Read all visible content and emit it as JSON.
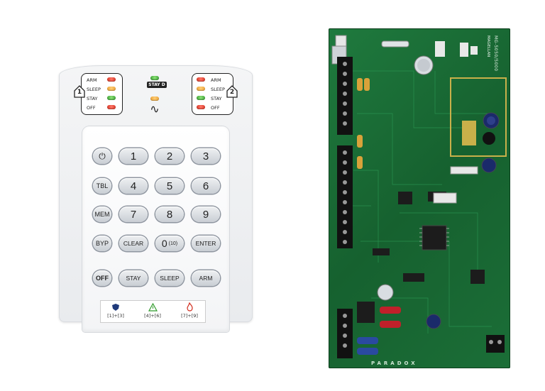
{
  "keypad": {
    "zone1": {
      "number": "1",
      "rows": [
        {
          "label": "ARM",
          "led": "red"
        },
        {
          "label": "SLEEP",
          "led": "amber"
        },
        {
          "label": "STAY",
          "led": "green"
        },
        {
          "label": "OFF",
          "led": "red"
        }
      ]
    },
    "zone2": {
      "number": "2",
      "rows": [
        {
          "label": "ARM",
          "led": "red"
        },
        {
          "label": "SLEEP",
          "led": "amber"
        },
        {
          "label": "STAY",
          "led": "green"
        },
        {
          "label": "OFF",
          "led": "red"
        }
      ]
    },
    "center": {
      "stay_badge": "STAY D",
      "ac_symbol": "∿"
    },
    "keys": {
      "power": "⏻",
      "k1": "1",
      "k2": "2",
      "k3": "3",
      "tbl": "TBL",
      "k4": "4",
      "k5": "5",
      "k6": "6",
      "mem": "MEM",
      "k7": "7",
      "k8": "8",
      "k9": "9",
      "byp": "BYP",
      "clear": "CLEAR",
      "k0": "0",
      "k0_sub": "(10)",
      "enter": "ENTER",
      "off": "OFF",
      "stay": "STAY",
      "sleep": "SLEEP",
      "arm": "ARM"
    },
    "legend": {
      "police": "[1]+[3]",
      "medical": "[4]+[6]",
      "fire": "[7]+[9]"
    },
    "colors": {
      "led_red": "#d22b1c",
      "led_amber": "#e89a2a",
      "led_green": "#2f9a2a"
    }
  },
  "pcb": {
    "model_label": "MG-5050/5000",
    "brand_label": "MAGELLAN",
    "maker_label": "PARADOX",
    "board_color": "#1f7a3e"
  }
}
